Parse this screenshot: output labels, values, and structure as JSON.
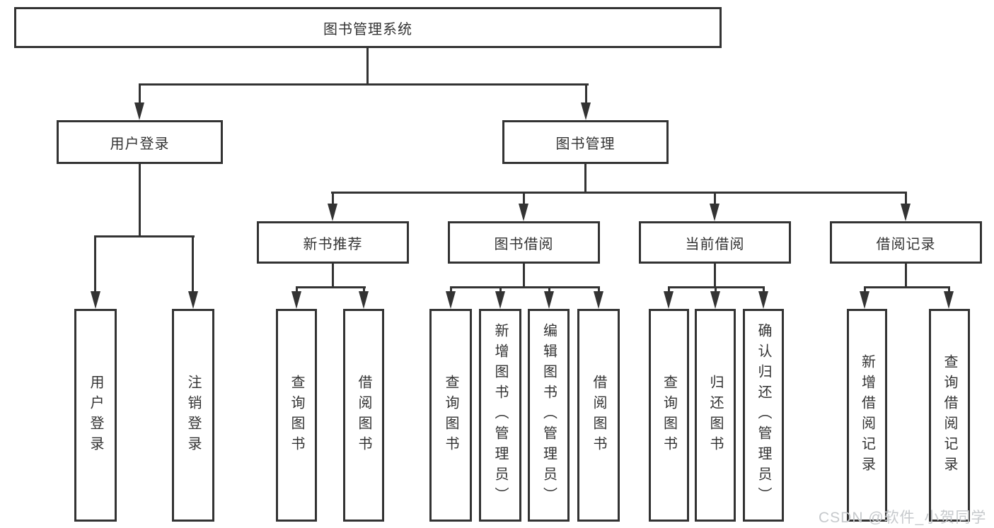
{
  "diagram": {
    "root": "图书管理系统",
    "level2": [
      {
        "label": "用户登录"
      },
      {
        "label": "图书管理"
      }
    ],
    "level3": [
      {
        "label": "新书推荐"
      },
      {
        "label": "图书借阅"
      },
      {
        "label": "当前借阅"
      },
      {
        "label": "借阅记录"
      }
    ],
    "leaves": {
      "user": [
        "用户登录",
        "注销登录"
      ],
      "recommend": [
        "查询图书",
        "借阅图书"
      ],
      "borrow": [
        "查询图书",
        "新增图书（管理员）",
        "编辑图书（管理员）",
        "借阅图书"
      ],
      "current": [
        "查询图书",
        "归还图书",
        "确认归还（管理员）"
      ],
      "records": [
        "新增借阅记录",
        "查询借阅记录"
      ]
    }
  },
  "watermark": {
    "text": "CSDN @软件_小贺同学"
  },
  "colors": {
    "line": "#333333",
    "text": "#333333",
    "watermark": "#c6c9cc",
    "background": "#ffffff"
  }
}
